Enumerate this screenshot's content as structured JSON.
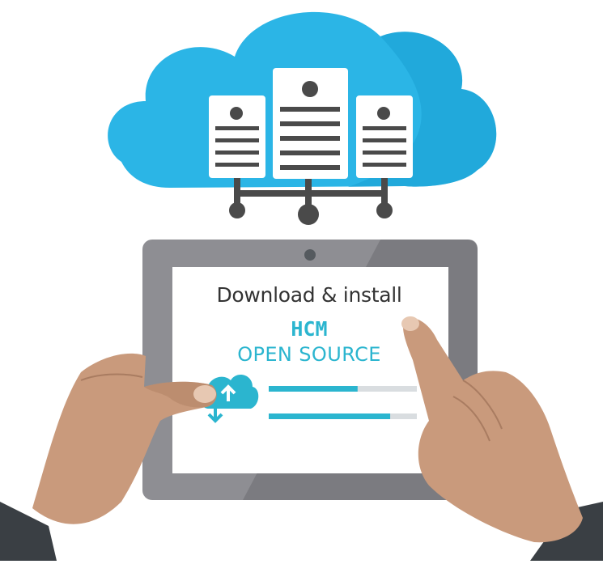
{
  "tablet": {
    "title": "Download & install",
    "brand": "HCM",
    "subtitle": "OPEN SOURCE",
    "progress": [
      0.6,
      0.82
    ]
  },
  "colors": {
    "cloud": "#2bb5e6",
    "cloud_dark": "#1a9fd2",
    "server": "#ffffff",
    "server_line": "#4a4a4a",
    "connector": "#4a4a4a",
    "tablet_frame": "#8e8e93",
    "tablet_frame_dark": "#6e6e73",
    "screen": "#ffffff",
    "accent": "#2bb5cf",
    "skin": "#c99a7c",
    "skin_shadow": "#b07f62",
    "sleeve": "#3a3f44",
    "track": "#d9dde0"
  }
}
